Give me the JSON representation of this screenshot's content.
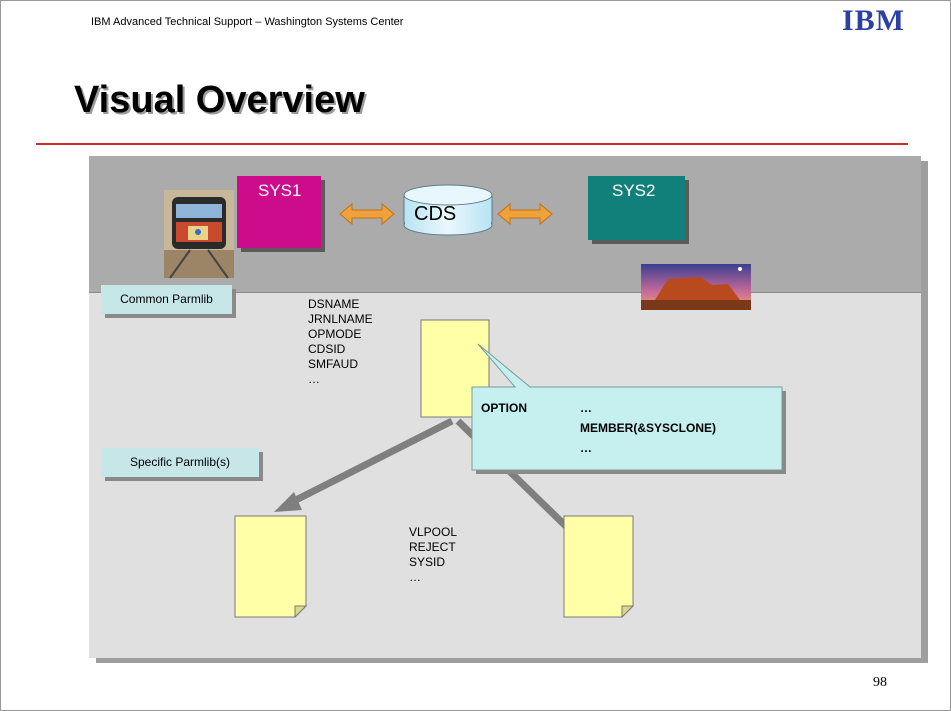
{
  "header": {
    "organization": "IBM Advanced Technical Support – Washington  Systems Center",
    "logo_text": "IBM"
  },
  "slide": {
    "title": "Visual Overview",
    "page_number": "98"
  },
  "diagram": {
    "sys1_label": "SYS1",
    "sys2_label": "SYS2",
    "cds_label": "CDS",
    "common_parmlib_label": "Common Parmlib",
    "specific_parmlib_label": "Specific Parmlib(s)",
    "common_keywords": [
      "DSNAME",
      "JRNLNAME",
      "OPMODE",
      "CDSID",
      "SMFAUD",
      "…"
    ],
    "specific_keywords": [
      "VLPOOL",
      "REJECT",
      "SYSID",
      "…"
    ],
    "callout": {
      "keyword": "OPTION",
      "line1": "…",
      "line2": "MEMBER(&SYSCLONE)",
      "line3": "…"
    },
    "colors": {
      "sys1": "#cc0c8a",
      "sys2": "#12807a",
      "document": "#ffffa8",
      "callout": "#c6f0f0",
      "title_rule": "#d22a2a",
      "connector_arrow": "#f0a23a",
      "flow_arrow": "#808080"
    },
    "images": [
      "cable-car-clipart",
      "desert-mesa-clipart"
    ]
  }
}
